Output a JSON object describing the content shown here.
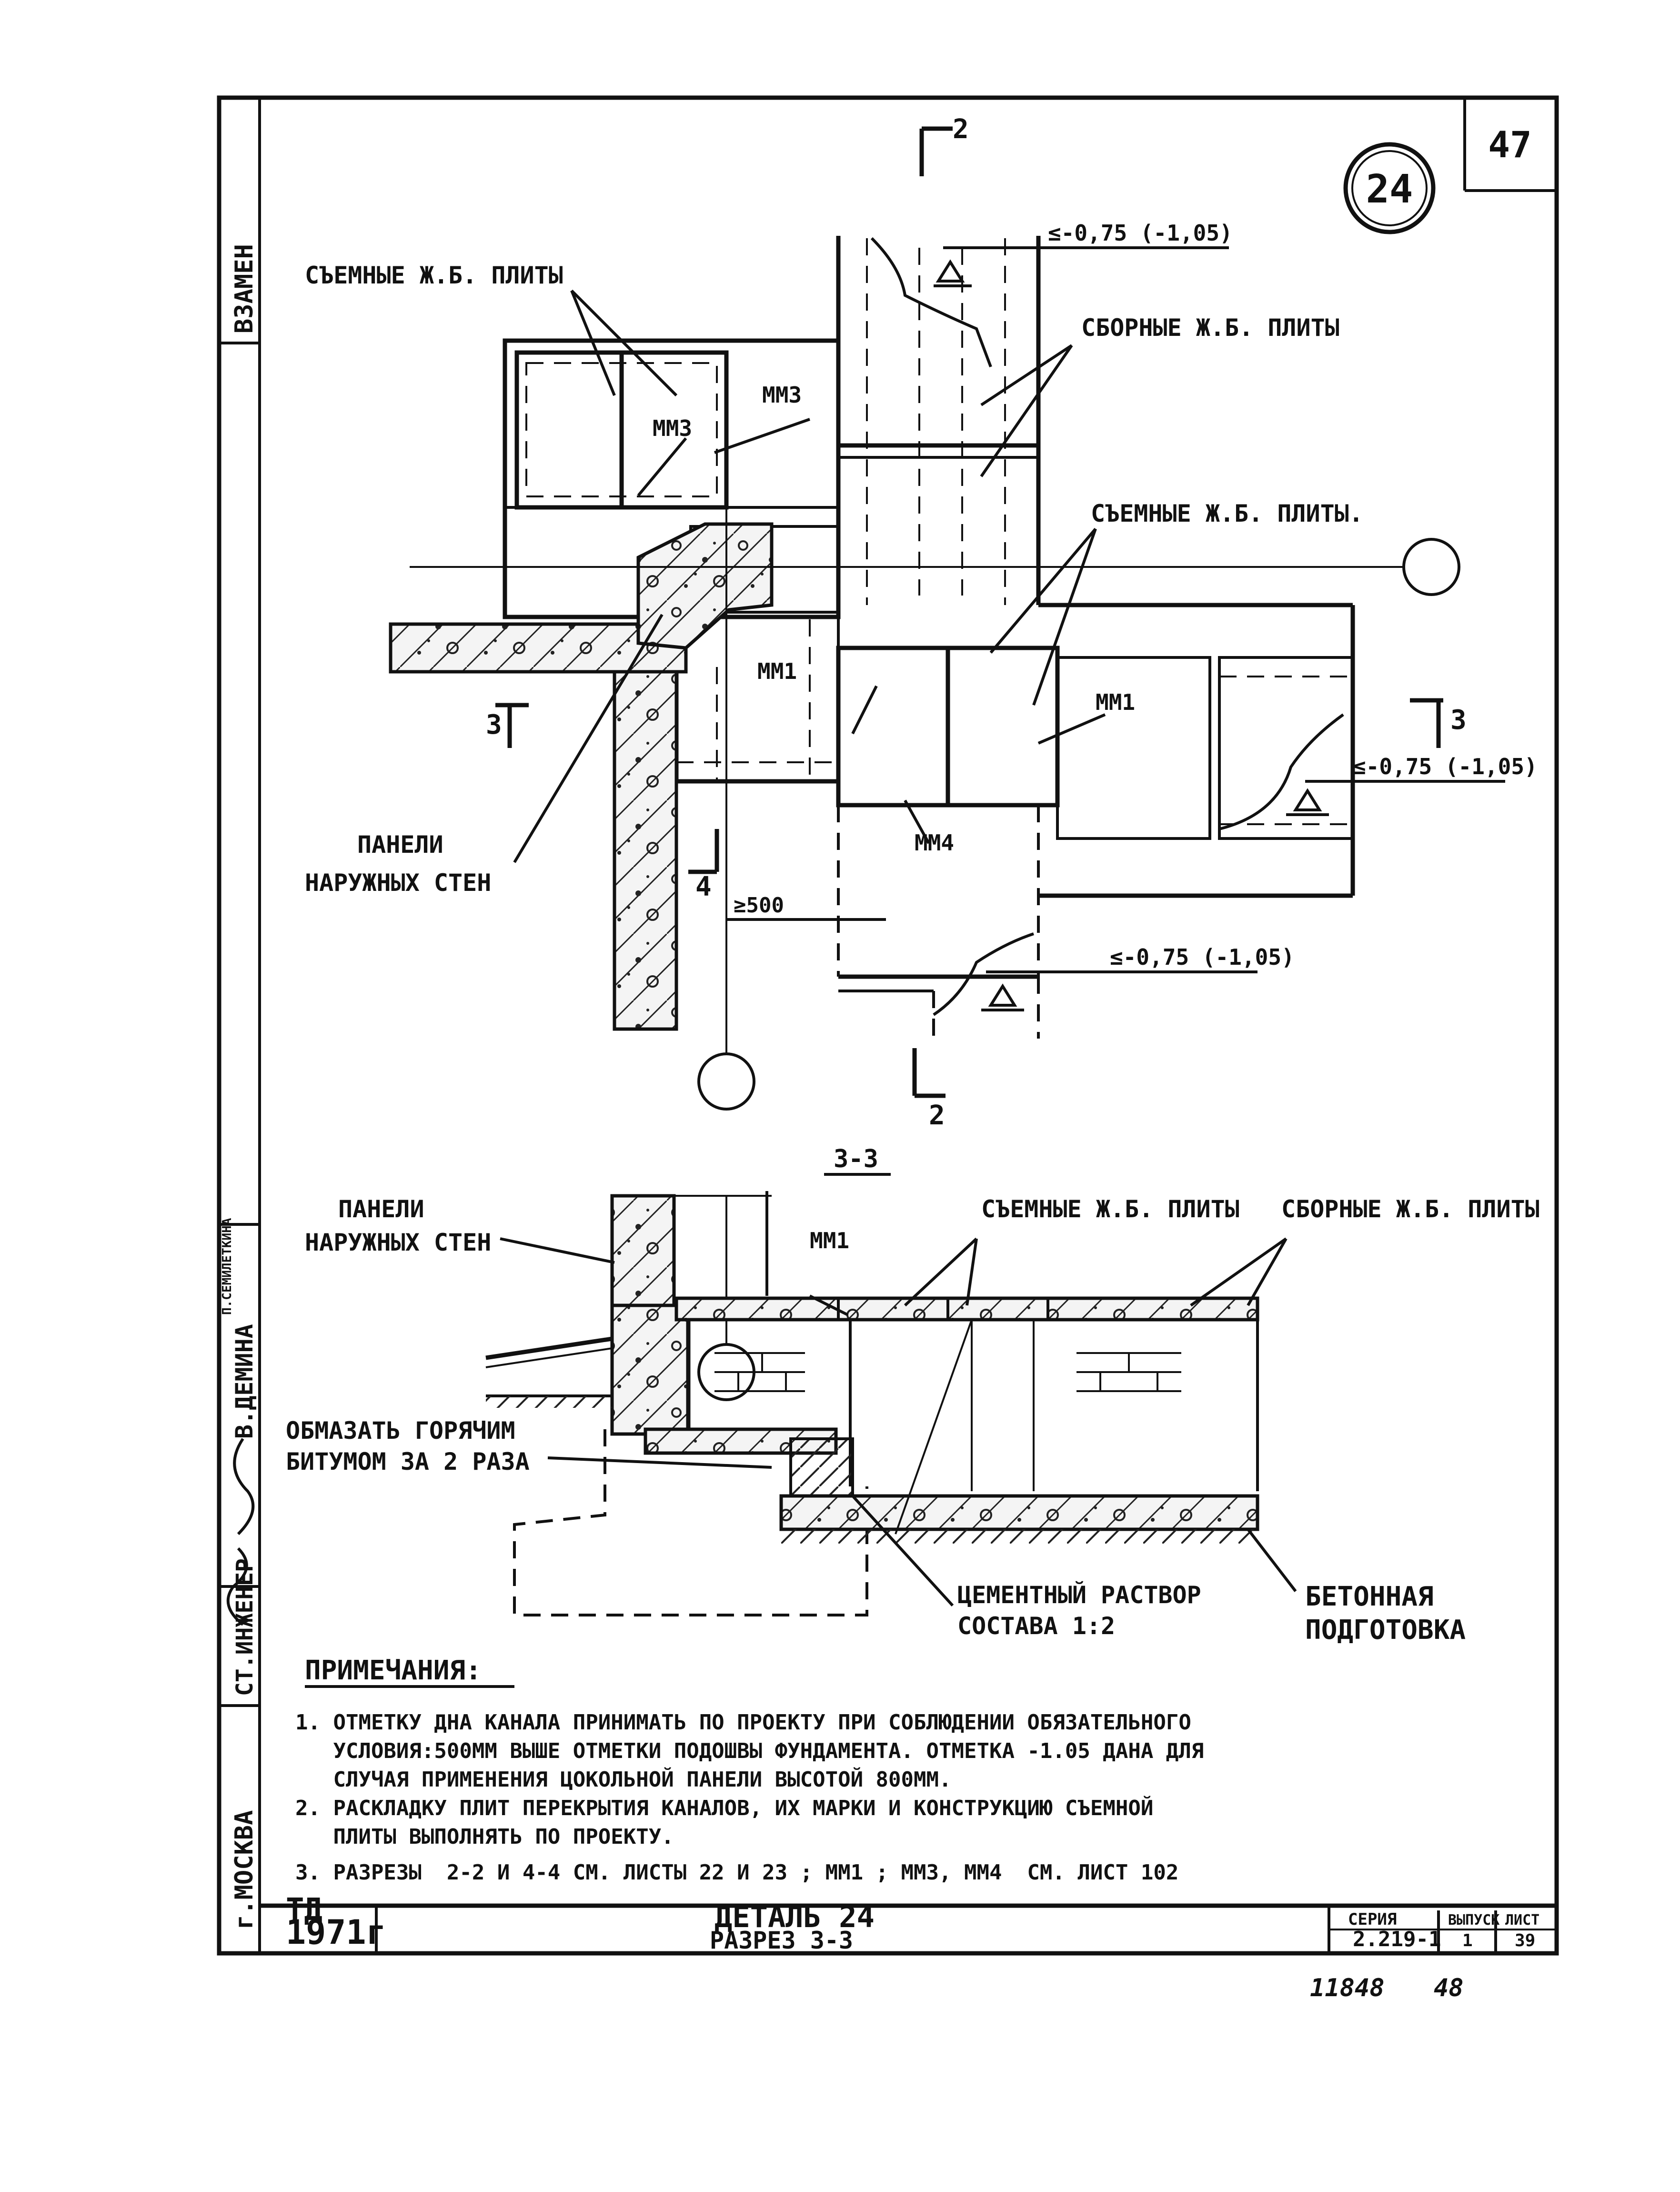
{
  "sheet": {
    "page_ref": "47",
    "detail_badge": "24",
    "bottom_number_left": "11848",
    "bottom_number_right": "48"
  },
  "side_stamp": {
    "vzamen": "ВЗАМЕН",
    "author_name": "В.ДЕМИНА",
    "author_small": "П.СЕМИЛЕТКИНА",
    "role": "СТ.ИНЖЕНЕР",
    "city": "г.МОСКВА"
  },
  "plan": {
    "label_removable_slabs_top": "СЪЕМНЫЕ Ж.Б. ПЛИТЫ",
    "label_prefab_slabs": "СБОРНЫЕ Ж.Б. ПЛИТЫ",
    "label_removable_slabs_mid": "СЪЕМНЫЕ Ж.Б. ПЛИТЫ.",
    "label_panels_line1": "ПАНЕЛИ",
    "label_panels_line2": "НАРУЖНЫХ СТЕН",
    "mark_mm3_a": "ММ3",
    "mark_mm3_b": "ММ3",
    "mark_mm1_a": "ММ1",
    "mark_mm1_b": "ММ1",
    "mark_mm4": "ММ4",
    "level_top": "≤-0,75 (-1,05)",
    "level_right": "≤-0,75 (-1,05)",
    "level_bottom": "≤-0,75 (-1,05)",
    "dim_500": "≥500",
    "cut_2_top": "2",
    "cut_2_bottom": "2",
    "cut_3_left": "3",
    "cut_3_right": "3",
    "cut_4": "4"
  },
  "section": {
    "title": "3-3",
    "label_panels_line1": "ПАНЕЛИ",
    "label_panels_line2": "НАРУЖНЫХ СТЕН",
    "mark_mm1": "ММ1",
    "label_removable": "СЪЕМНЫЕ Ж.Б. ПЛИТЫ",
    "label_prefab": "СБОРНЫЕ Ж.Б. ПЛИТЫ",
    "label_bitumen_line1": "ОБМАЗАТЬ ГОРЯЧИМ",
    "label_bitumen_line2": "БИТУМОМ ЗА 2 РАЗА",
    "label_mortar_line1": "ЦЕМЕНТНЫЙ РАСТВОР",
    "label_mortar_line2": "СОСТАВА 1:2",
    "label_concrete_line1": "БЕТОННАЯ",
    "label_concrete_line2": "ПОДГОТОВКА"
  },
  "notes": {
    "heading": "ПРИМЕЧАНИЯ:",
    "lines": [
      "1. ОТМЕТКУ ДНА КАНАЛА ПРИНИМАТЬ ПО ПРОЕКТУ ПРИ СОБЛЮДЕНИИ ОБЯЗАТЕЛЬНОГО",
      "   УСЛОВИЯ:500ММ ВЫШЕ ОТМЕТКИ ПОДОШВЫ ФУНДАМЕНТА. ОТМЕТКА -1.05 ДАНА ДЛЯ",
      "   СЛУЧАЯ ПРИМЕНЕНИЯ ЦОКОЛЬНОЙ ПАНЕЛИ ВЫСОТОЙ 800ММ.",
      "2. РАСКЛАДКУ ПЛИТ ПЕРЕКРЫТИЯ КАНАЛОВ, ИХ МАРКИ И КОНСТРУКЦИЮ СЪЕМНОЙ",
      "   ПЛИТЫ ВЫПОЛНЯТЬ ПО ПРОЕКТУ.",
      "3. РАЗРЕЗЫ  2-2 И 4-4 СМ. ЛИСТЫ 22 И 23 ; ММ1 ; ММ3, ММ4  СМ. ЛИСТ 102"
    ]
  },
  "title_block": {
    "org": "ТД",
    "year": "1971г",
    "title_line1": "ДЕТАЛЬ 24",
    "title_line2": "РАЗРЕЗ 3-3",
    "series_label": "СЕРИЯ",
    "series_value": "2.219-1",
    "issue_label": "ВЫПУСК",
    "issue_value": "1",
    "sheet_label": "ЛИСТ",
    "sheet_value": "39"
  }
}
